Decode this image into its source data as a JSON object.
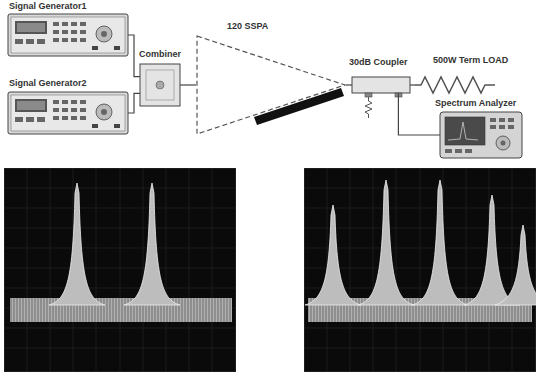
{
  "diagram": {
    "nodes": [
      {
        "text": [
          "Signal Generator1"
        ]
      },
      {
        "text": [
          "Signal Generator2"
        ]
      },
      {
        "text": [
          "Combiner"
        ]
      },
      {
        "text": [
          "120 SSPA"
        ]
      },
      {
        "text": [
          "30dB Coupler"
        ]
      },
      {
        "text": [
          "500W Term LOAD"
        ]
      },
      {
        "text": [
          "Spectrum Analyzer"
        ]
      }
    ],
    "edges": [
      {
        "from": 0,
        "to": 2,
        "arrow": "none"
      },
      {
        "from": 1,
        "to": 2,
        "arrow": "none"
      },
      {
        "from": 2,
        "to": 3,
        "arrow": "none"
      },
      {
        "from": 3,
        "to": 4,
        "arrow": "none"
      },
      {
        "from": 4,
        "to": 5,
        "arrow": "none"
      },
      {
        "from": 4,
        "to": 6,
        "arrow": "none"
      }
    ]
  }
}
